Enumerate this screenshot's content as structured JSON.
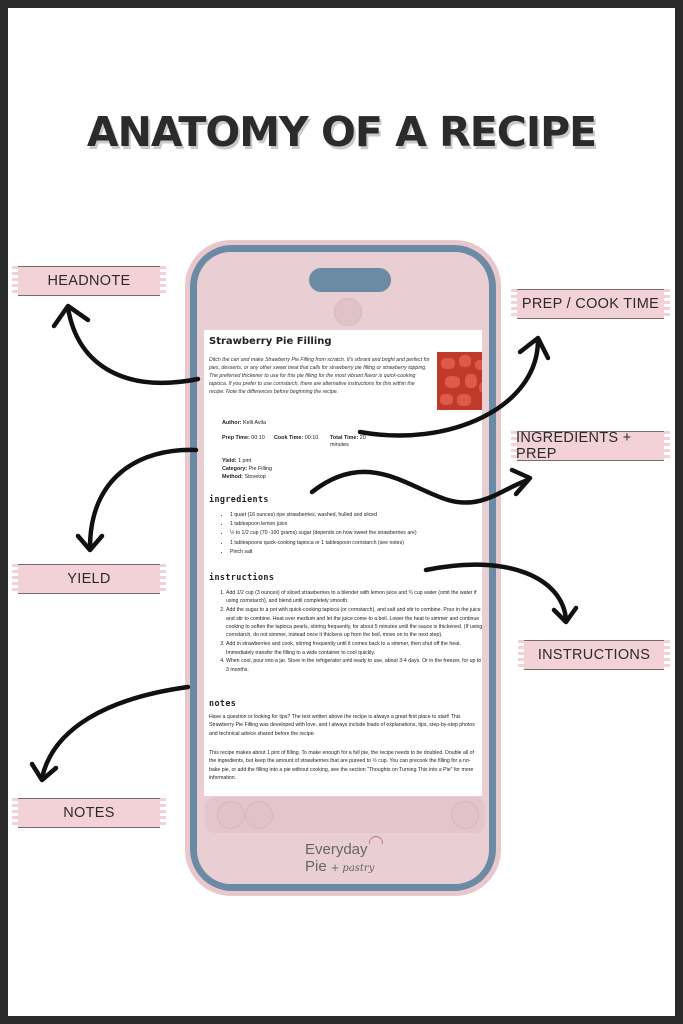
{
  "title": "ANATOMY OF A RECIPE",
  "labels": {
    "headnote": "HEADNOTE",
    "prep_cook": "PREP / COOK TIME",
    "ingredients_prep": "INGREDIENTS + PREP",
    "yield": "YIELD",
    "instructions": "INSTRUCTIONS",
    "notes": "NOTES"
  },
  "recipe": {
    "title": "Strawberry Pie Filling",
    "headnote": "Ditch the can and make Strawberry Pie Filling from scratch. It's vibrant and bright and perfect for pies, desserts, or any other sweet treat that calls for strawberry pie filling or strawberry topping. The preferred thickener to use for this pie filling for the most vibrant flavor is quick-cooking tapioca. If you prefer to use cornstarch, there are alternative instructions for this within the recipe. Note the differences before beginning the recipe.",
    "author_label": "Author:",
    "author": "Kelli Avila",
    "prep_label": "Prep Time:",
    "prep": "00:10",
    "cook_label": "Cook Time:",
    "cook": "00:10",
    "total_label": "Total Time:",
    "total": "20 minutes",
    "yield_label": "Yield:",
    "yield": "1 pint",
    "category_label": "Category:",
    "category": "Pie Filling",
    "method_label": "Method:",
    "method": "Stovetop",
    "ingredients_heading": "ingredients",
    "ingredients": [
      "1 quart (16 ounces) ripe strawberries, washed, hulled and sliced",
      "1 tablespoon lemon juice",
      "½ to 1/2 cup (70 -100 grams) sugar (depends on how sweet the strawberries are)",
      "1 tablespoons quick-cooking tapioca or 1 tablespoon cornstarch (see notes)",
      "Pinch salt"
    ],
    "instructions_heading": "instructions",
    "instructions": [
      "Add 1/2 cup (3 ounces) of sliced strawberries to a blender with lemon juice and ¾ cup water (omit the water if using cornstarch), and blend until completely smooth.",
      "Add the sugar to a pot with quick-cooking tapioca (or cornstarch), and salt and stir to combine. Pour in the juice and stir to combine. Heat over medium and let the juice come to a boil. Lower the heat to simmer and continue cooking to soften the tapioca pearls, stirring frequently, for about 5 minutes until the sauce is thickened. (If using cornstarch, do not simmer, instead once it thickens up from the boil, move on to the next step).",
      "Add in strawberries and cook, stirring frequently until it comes back to a simmer, then shut off the heat. Immediately transfer the filling to a wide container to cool quickly.",
      "When cool, pour into a jar. Store in the refrigerator until ready to use, about 3-4 days. Or in the freezer, for up to 3 months."
    ],
    "notes_heading": "notes",
    "notes": [
      "Have a question or looking for tips? The text written above the recipe is always a great first place to start! This Strawberry Pie Filling was developed with love, and I always include loads of explanations, tips, step-by-step photos and technical advice shared before the recipe.",
      "This recipe makes about 1 pint of filling. To make enough for a full pie, the recipe needs to be doubled. Double all of the ingredients, but keep the amount of strawberries that are pureed to ½ cup. You can precook the filling for a no-bake pie, or add the filling into a pie without cooking, see the section \"Thoughts on Turning This into a Pie\" for more information."
    ]
  },
  "logo": {
    "line1": "Everyday",
    "line2": "Pie",
    "line2b": "+ pastry"
  },
  "icons": [
    "pie-icon",
    "arrow-icon"
  ],
  "colors": {
    "accent_pink": "#f2d2d7",
    "phone_frame": "#6b8aa3",
    "title": "#2b2b2b"
  }
}
